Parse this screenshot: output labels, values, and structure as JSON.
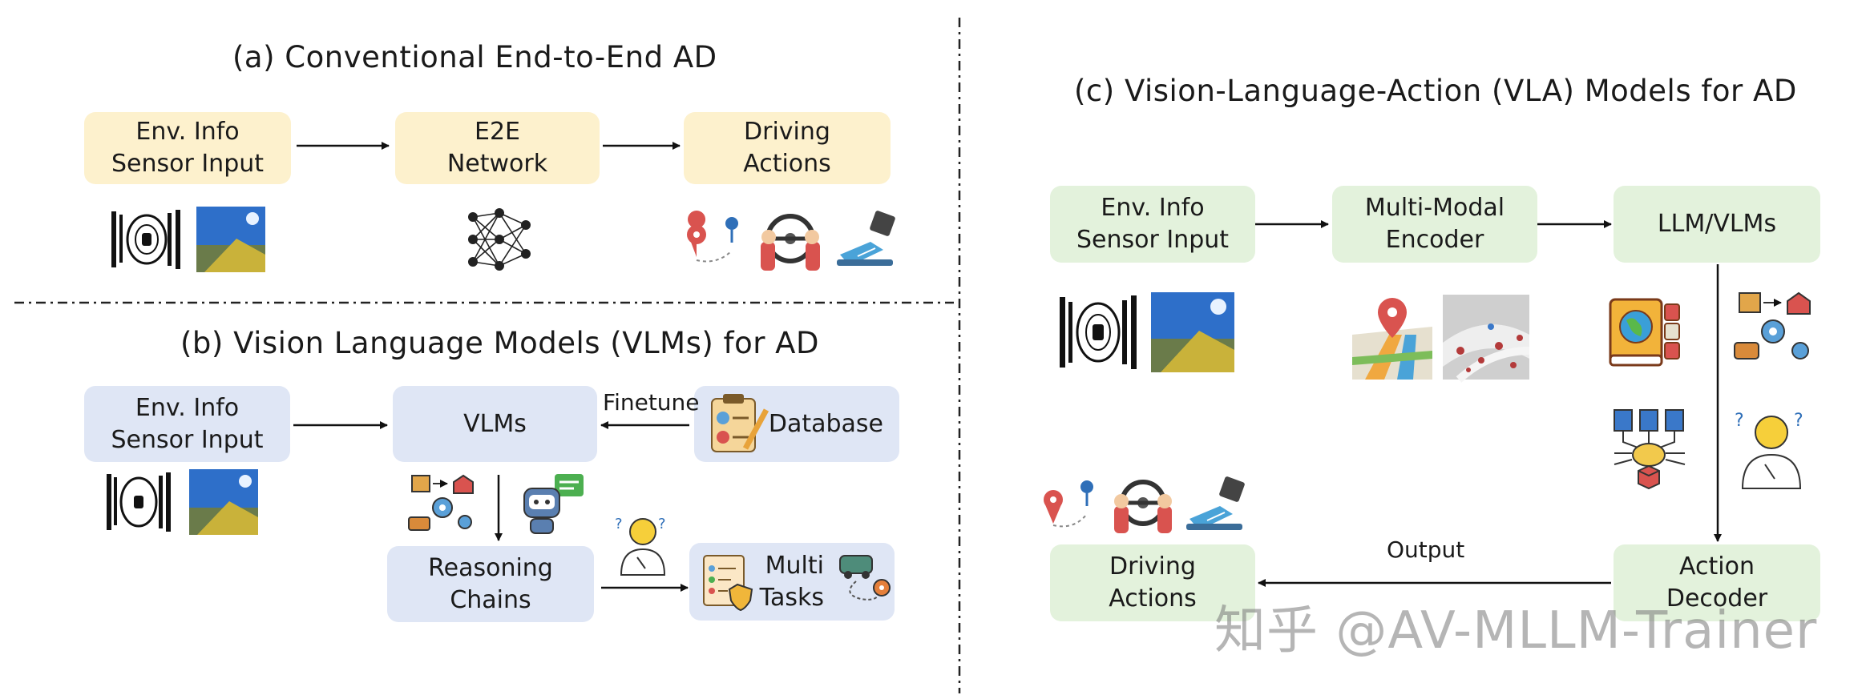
{
  "panel_a": {
    "title": "(a) Conventional End-to-End AD",
    "box_env_line1": "Env. Info",
    "box_env_line2": "Sensor Input",
    "box_e2e_line1": "E2E",
    "box_e2e_line2": "Network",
    "box_drive_line1": "Driving",
    "box_drive_line2": "Actions"
  },
  "panel_b": {
    "title": "(b) Vision Language Models (VLMs) for AD",
    "box_env_line1": "Env. Info",
    "box_env_line2": "Sensor Input",
    "box_vlms": "VLMs",
    "box_database": "Database",
    "finetune_label": "Finetune",
    "box_reason_line1": "Reasoning",
    "box_reason_line2": "Chains",
    "box_multi_line1": "Multi",
    "box_multi_line2": "Tasks"
  },
  "panel_c": {
    "title": "(c) Vision-Language-Action (VLA) Models for AD",
    "box_env_line1": "Env. Info",
    "box_env_line2": "Sensor Input",
    "box_encoder_line1": "Multi-Modal",
    "box_encoder_line2": "Encoder",
    "box_llm": "LLM/VLMs",
    "box_decoder_line1": "Action",
    "box_decoder_line2": "Decoder",
    "box_drive_line1": "Driving",
    "box_drive_line2": "Actions",
    "output_label": "Output"
  },
  "watermark": "知乎 @AV-MLLM-Trainer",
  "colors": {
    "yellow_box": "#fdf1cd",
    "blue_box": "#dfe6f5",
    "green_box": "#e3f2dc",
    "arrow": "#111111"
  }
}
